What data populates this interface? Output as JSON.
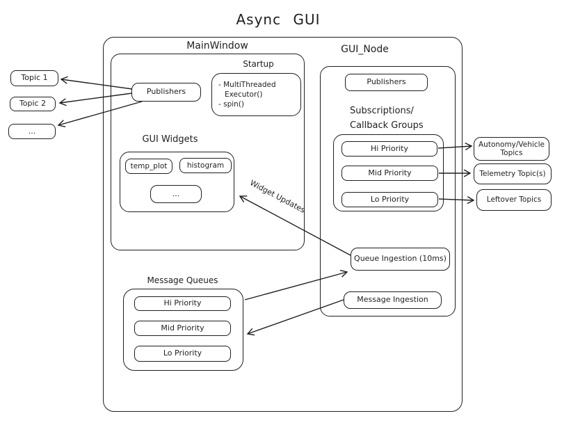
{
  "title": "Async GUI",
  "colors": {
    "stroke": "#1e1e1e",
    "background": "#ffffff"
  },
  "main_window": {
    "label": "MainWindow",
    "publishers_label": "Publishers",
    "startup": {
      "label": "Startup",
      "lines": [
        "- MultiThreaded",
        "Executor()",
        "- spin()"
      ]
    },
    "gui_widgets": {
      "label": "GUI Widgets",
      "items": [
        "temp_plot",
        "histogram",
        "..."
      ]
    }
  },
  "gui_node": {
    "label": "GUI_Node",
    "publishers_label": "Publishers",
    "subscriptions": {
      "label_line1": "Subscriptions/",
      "label_line2": "Callback Groups",
      "items": [
        "Hi Priority",
        "Mid Priority",
        "Lo Priority"
      ]
    },
    "queue_ingestion_label": "Queue Ingestion (10ms)",
    "message_ingestion_label": "Message Ingestion"
  },
  "message_queues": {
    "label": "Message Queues",
    "items": [
      "Hi Priority",
      "Mid Priority",
      "Lo Priority"
    ]
  },
  "left_topics": [
    "Topic 1",
    "Topic 2",
    "..."
  ],
  "right_topics": [
    "Autonomy/Vehicle Topics",
    "Telemetry Topic(s)",
    "Leftover Topics"
  ],
  "annotations": {
    "widget_updates": "Widget Updates"
  }
}
